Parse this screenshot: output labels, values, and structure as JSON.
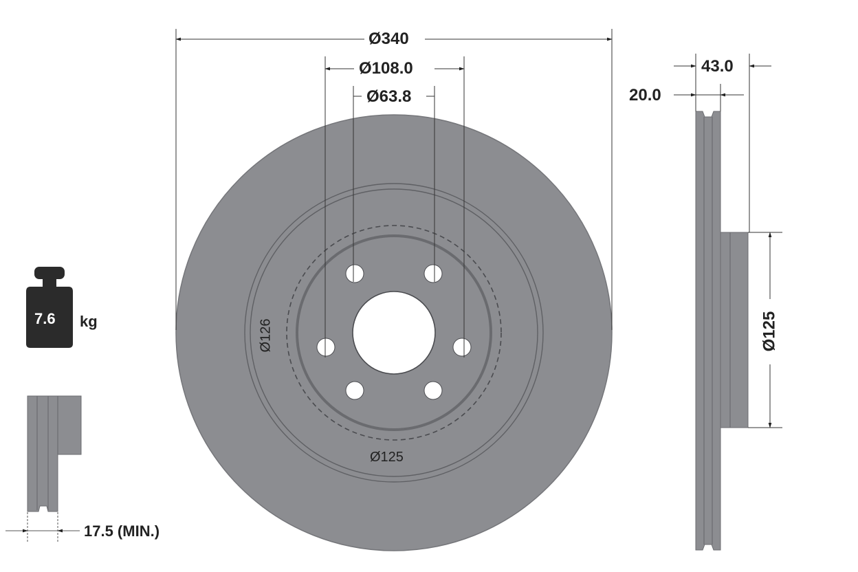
{
  "drawing": {
    "type": "Brake disc technical drawing",
    "colors": {
      "disc_fill": "#8c8d91",
      "disc_outline": "#6b6c70",
      "line": "#333333",
      "background": "#ffffff",
      "hole": "#ffffff",
      "weight_icon": "#2b2b2b"
    },
    "front_view": {
      "outer_diameter_label": "Ø340",
      "bolt_circle_label": "Ø108.0",
      "center_bore_label": "Ø63.8",
      "hat_diameter_label_left": "Ø126",
      "hat_diameter_label_bottom": "Ø125",
      "bolt_holes": 6
    },
    "side_view": {
      "total_height_label": "43.0",
      "disc_thickness_label": "20.0",
      "hat_diameter_label": "Ø125"
    },
    "weight": {
      "value": "7.6",
      "unit": "kg",
      "icon": "weight-icon"
    },
    "min_thickness": {
      "label": "17.5 (MIN.)"
    }
  }
}
